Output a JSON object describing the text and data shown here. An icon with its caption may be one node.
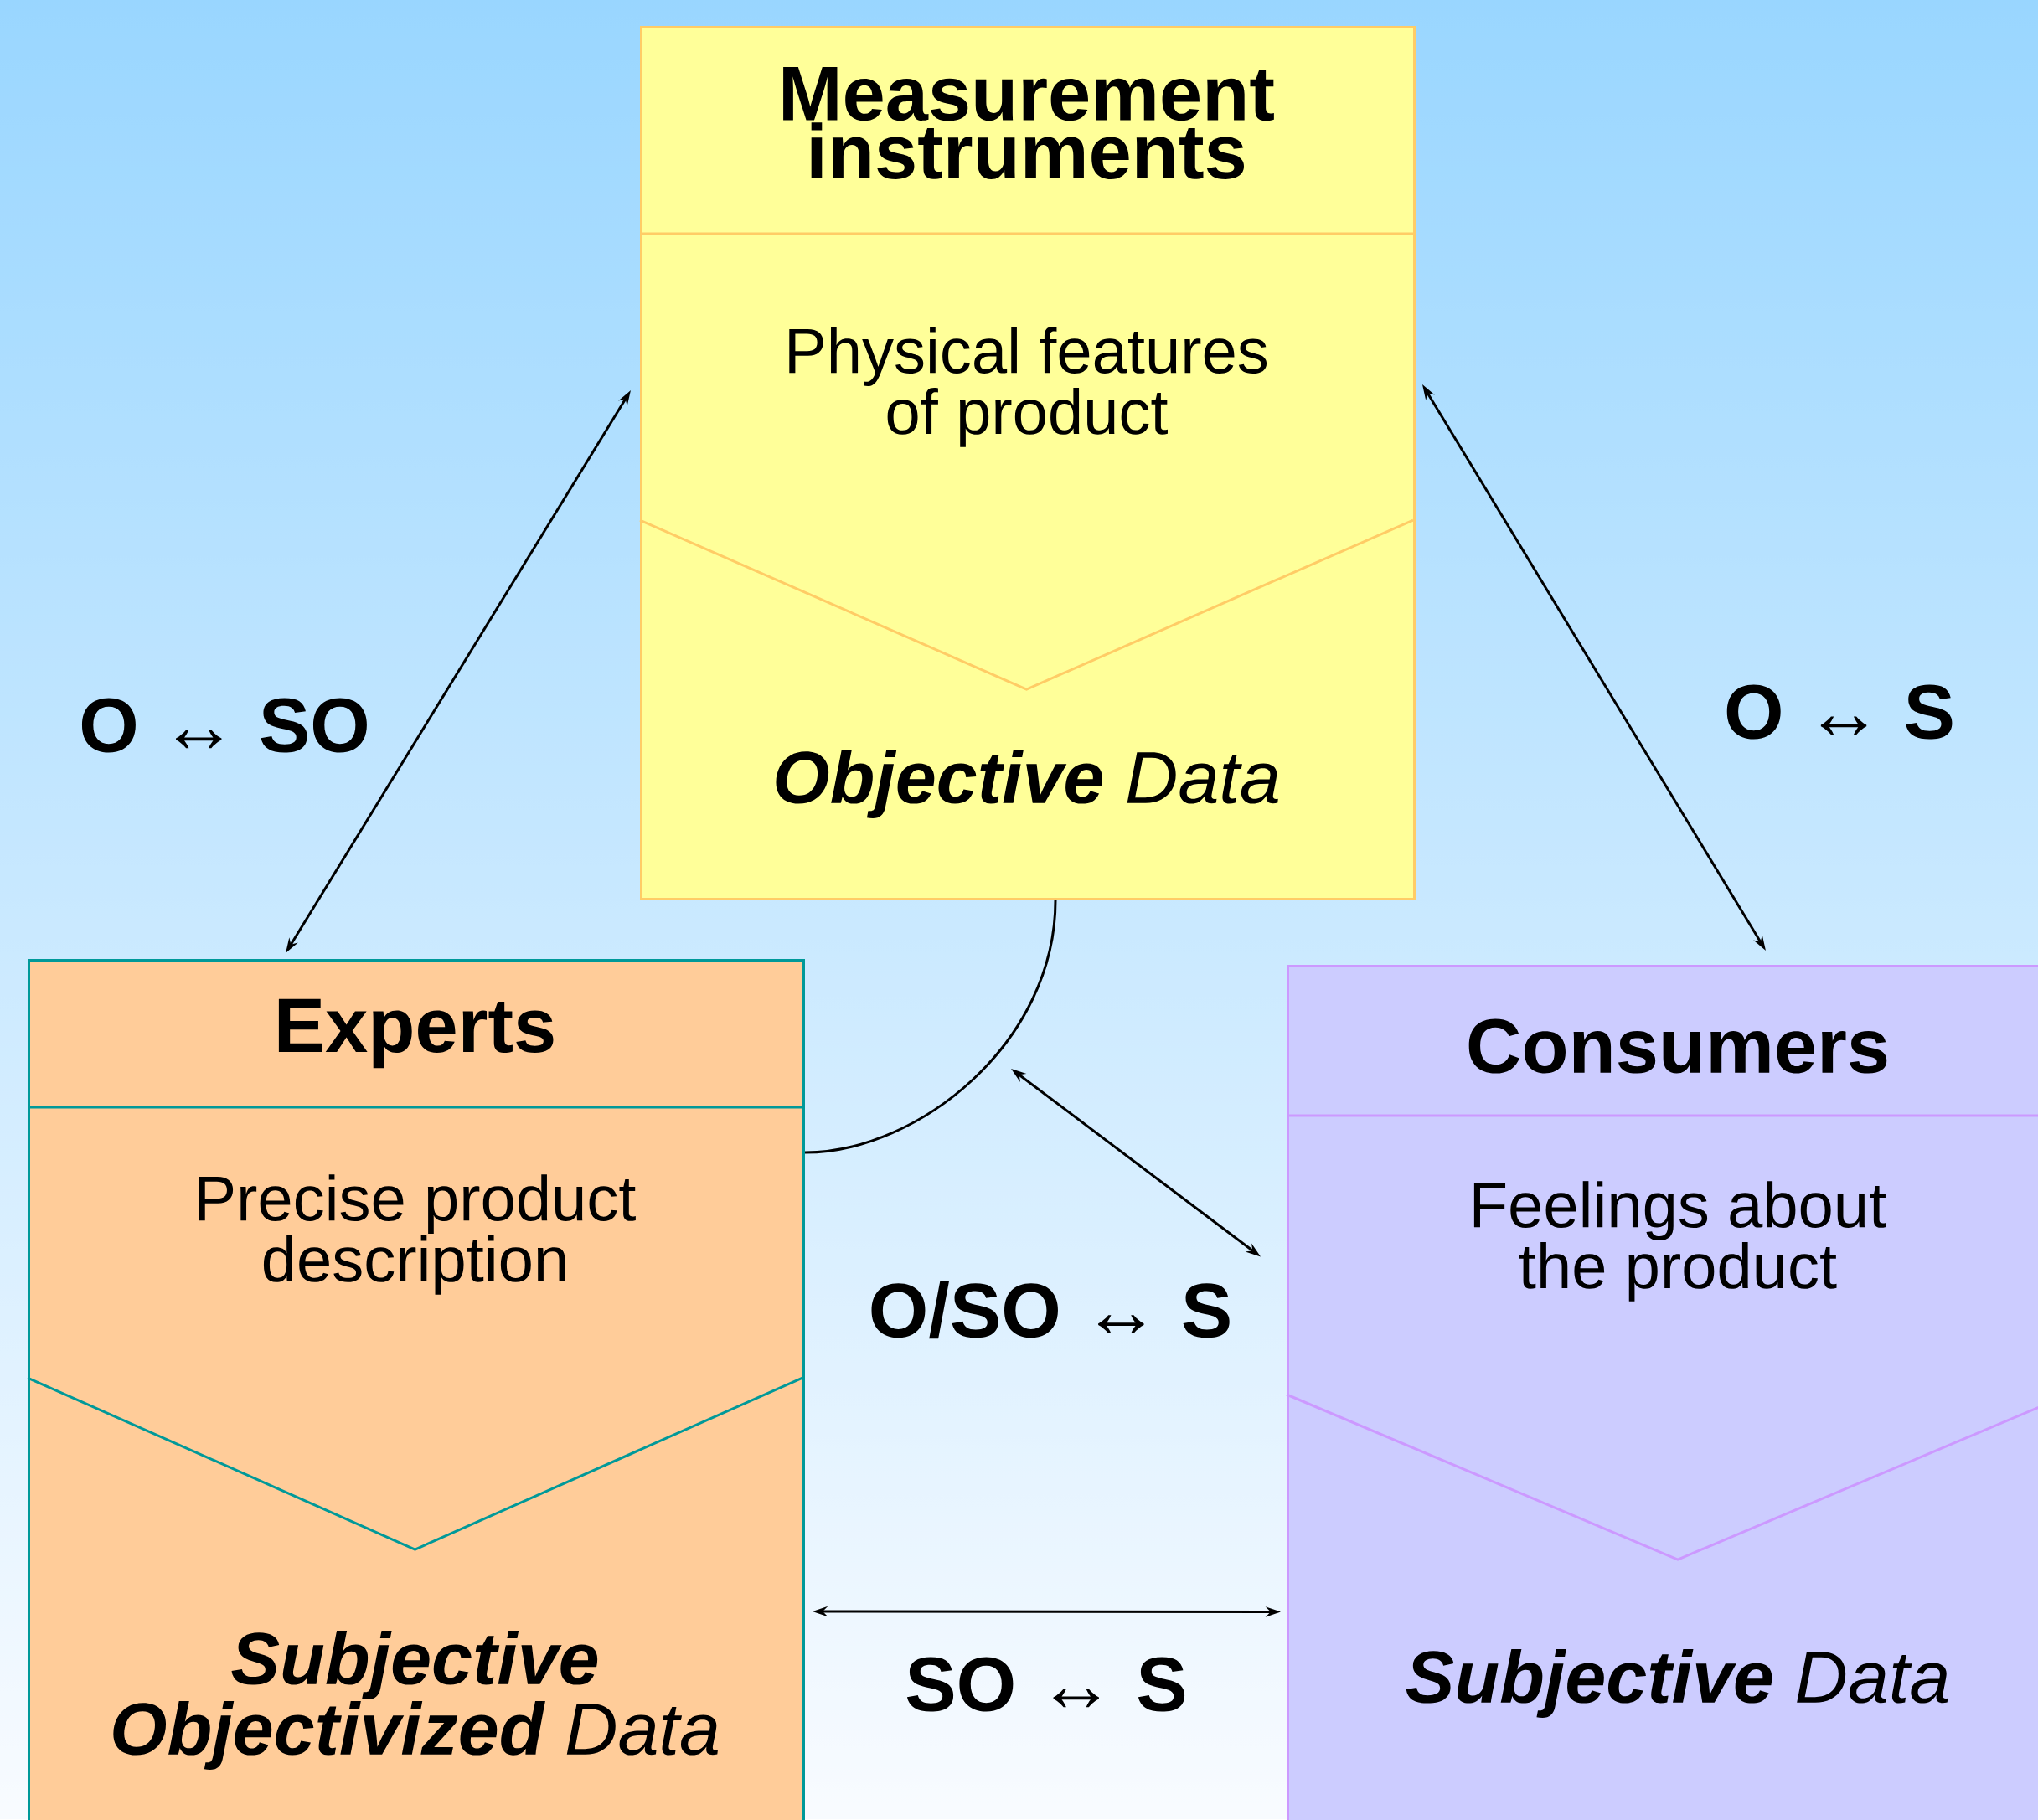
{
  "diagram": {
    "nodes": [
      {
        "text": [
          "Measurement instruments",
          "Physical features of product",
          "**Objective** Data"
        ]
      },
      {
        "text": [
          "Experts",
          "Precise product description",
          "**Subjective Objectivized** Data"
        ]
      },
      {
        "text": [
          "Consumers",
          "Feelings about the product",
          "**Subjective** Data"
        ]
      }
    ],
    "edges": [
      {
        "from": 0,
        "to": 1,
        "arrow": "both",
        "label": "O ↔ SO"
      },
      {
        "from": 0,
        "to": 2,
        "arrow": "both",
        "label": "O ↔ S"
      },
      {
        "from": 0,
        "to": 1,
        "arrow": "none"
      },
      {
        "from": null,
        "to": 2,
        "arrow": "both",
        "label": "O/SO ↔ S"
      },
      {
        "from": 1,
        "to": 2,
        "arrow": "both",
        "label": "SO ↔ S"
      }
    ]
  }
}
